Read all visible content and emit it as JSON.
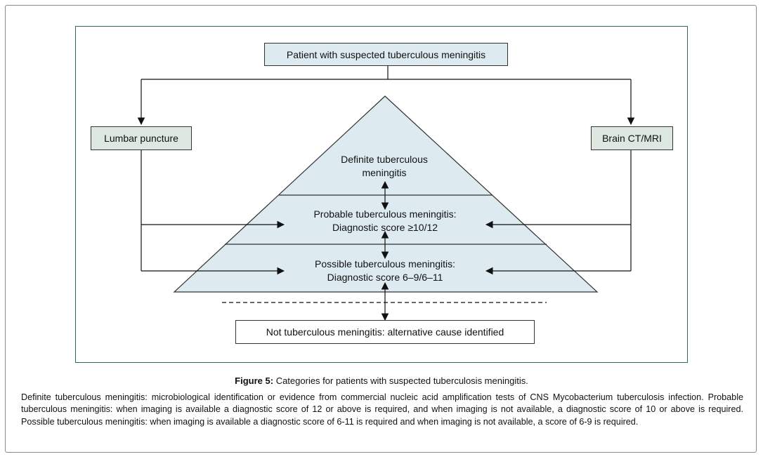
{
  "diagram": {
    "top_box": "Patient with suspected tuberculous meningitis",
    "left_box": "Lumbar puncture",
    "right_box": "Brain CT/MRI",
    "tier_definite": [
      "Definite tuberculous",
      "meningitis"
    ],
    "tier_probable": [
      "Probable tuberculous meningitis:",
      "Diagnostic score ≥10/12"
    ],
    "tier_possible": [
      "Possible tuberculous meningitis:",
      "Diagnostic score 6–9/6–11"
    ],
    "bottom_box": "Not tuberculous meningitis: alternative cause identified",
    "colors": {
      "triangle_fill": "#ddebf1",
      "side_box_fill": "#dce8e0",
      "top_box_fill": "#ddebf1",
      "frame_border": "#2f6b4f"
    }
  },
  "caption": {
    "label": "Figure 5:",
    "text": " Categories for patients with suspected tuberculosis meningitis."
  },
  "legend_text": "Definite tuberculous meningitis: microbiological identification or evidence from commercial nucleic acid amplification tests of CNS Mycobacterium tuberculosis infection. Probable tuberculous meningitis: when imaging is available a diagnostic score of 12 or above is required, and when imaging is not available, a diagnostic score of 10 or above is required. Possible tuberculous meningitis: when imaging is available a diagnostic score of 6-11 is required and when imaging is not available, a score of 6-9 is required."
}
